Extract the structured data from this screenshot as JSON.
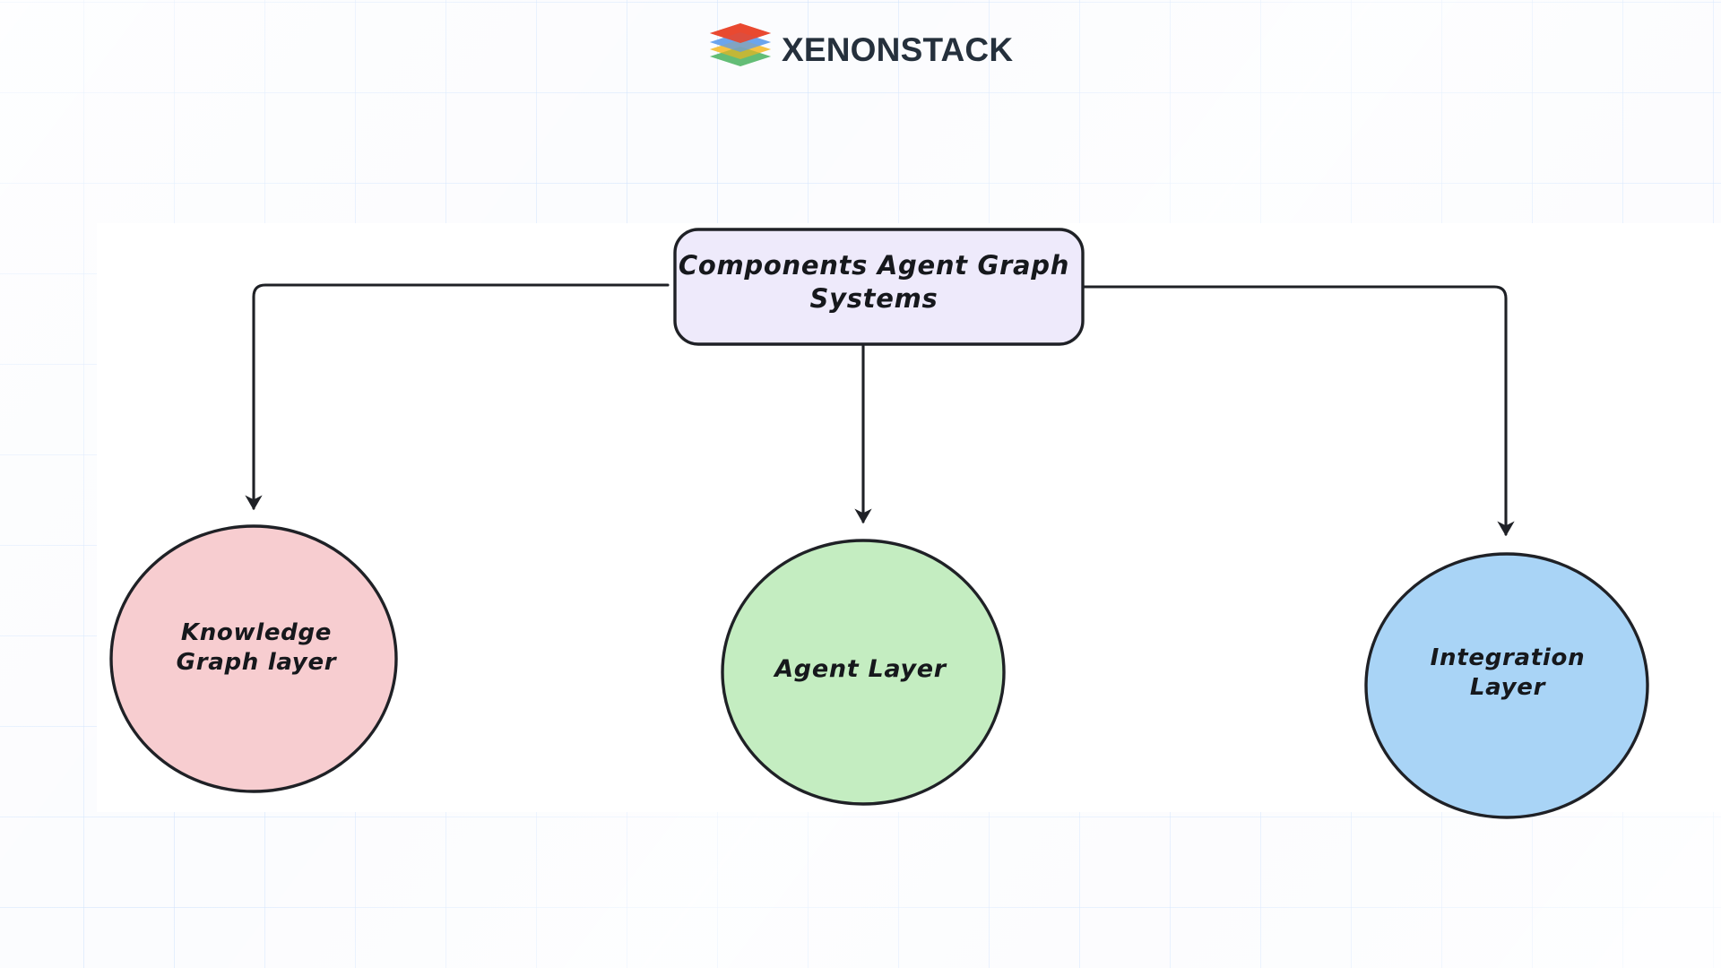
{
  "brand": {
    "name": "XENONSTACK",
    "logo_icon": "stacked-layers-logo",
    "layer_colors": [
      "#e8452c",
      "#5d9cec",
      "#f5b822",
      "#3fae55"
    ],
    "text_color": "#25303c"
  },
  "diagram": {
    "type": "flowchart",
    "direction": "top-down",
    "canvas_background": "#ffffff",
    "page_background": "#fafbfe",
    "grid_color": "#c4ddfb",
    "edge_color": "#1f2126",
    "root": {
      "id": "root",
      "label": "Components Agent Graph\nSystems",
      "shape": "rounded-rect",
      "fill": "#eeeafb",
      "stroke": "#1f2126"
    },
    "nodes": [
      {
        "id": "knowledge-graph-layer",
        "label": "Knowledge\nGraph layer",
        "shape": "circle",
        "fill": "#f7cdd0",
        "stroke": "#1f2126"
      },
      {
        "id": "agent-layer",
        "label": "Agent Layer",
        "shape": "circle",
        "fill": "#c4edc1",
        "stroke": "#1f2126"
      },
      {
        "id": "integration-layer",
        "label": "Integration\nLayer",
        "shape": "circle",
        "fill": "#a9d4f6",
        "stroke": "#1f2126"
      }
    ],
    "edges": [
      {
        "from": "root",
        "to": "knowledge-graph-layer",
        "style": "elbow",
        "arrow": "end"
      },
      {
        "from": "root",
        "to": "agent-layer",
        "style": "straight",
        "arrow": "end"
      },
      {
        "from": "root",
        "to": "integration-layer",
        "style": "elbow",
        "arrow": "end"
      }
    ]
  }
}
